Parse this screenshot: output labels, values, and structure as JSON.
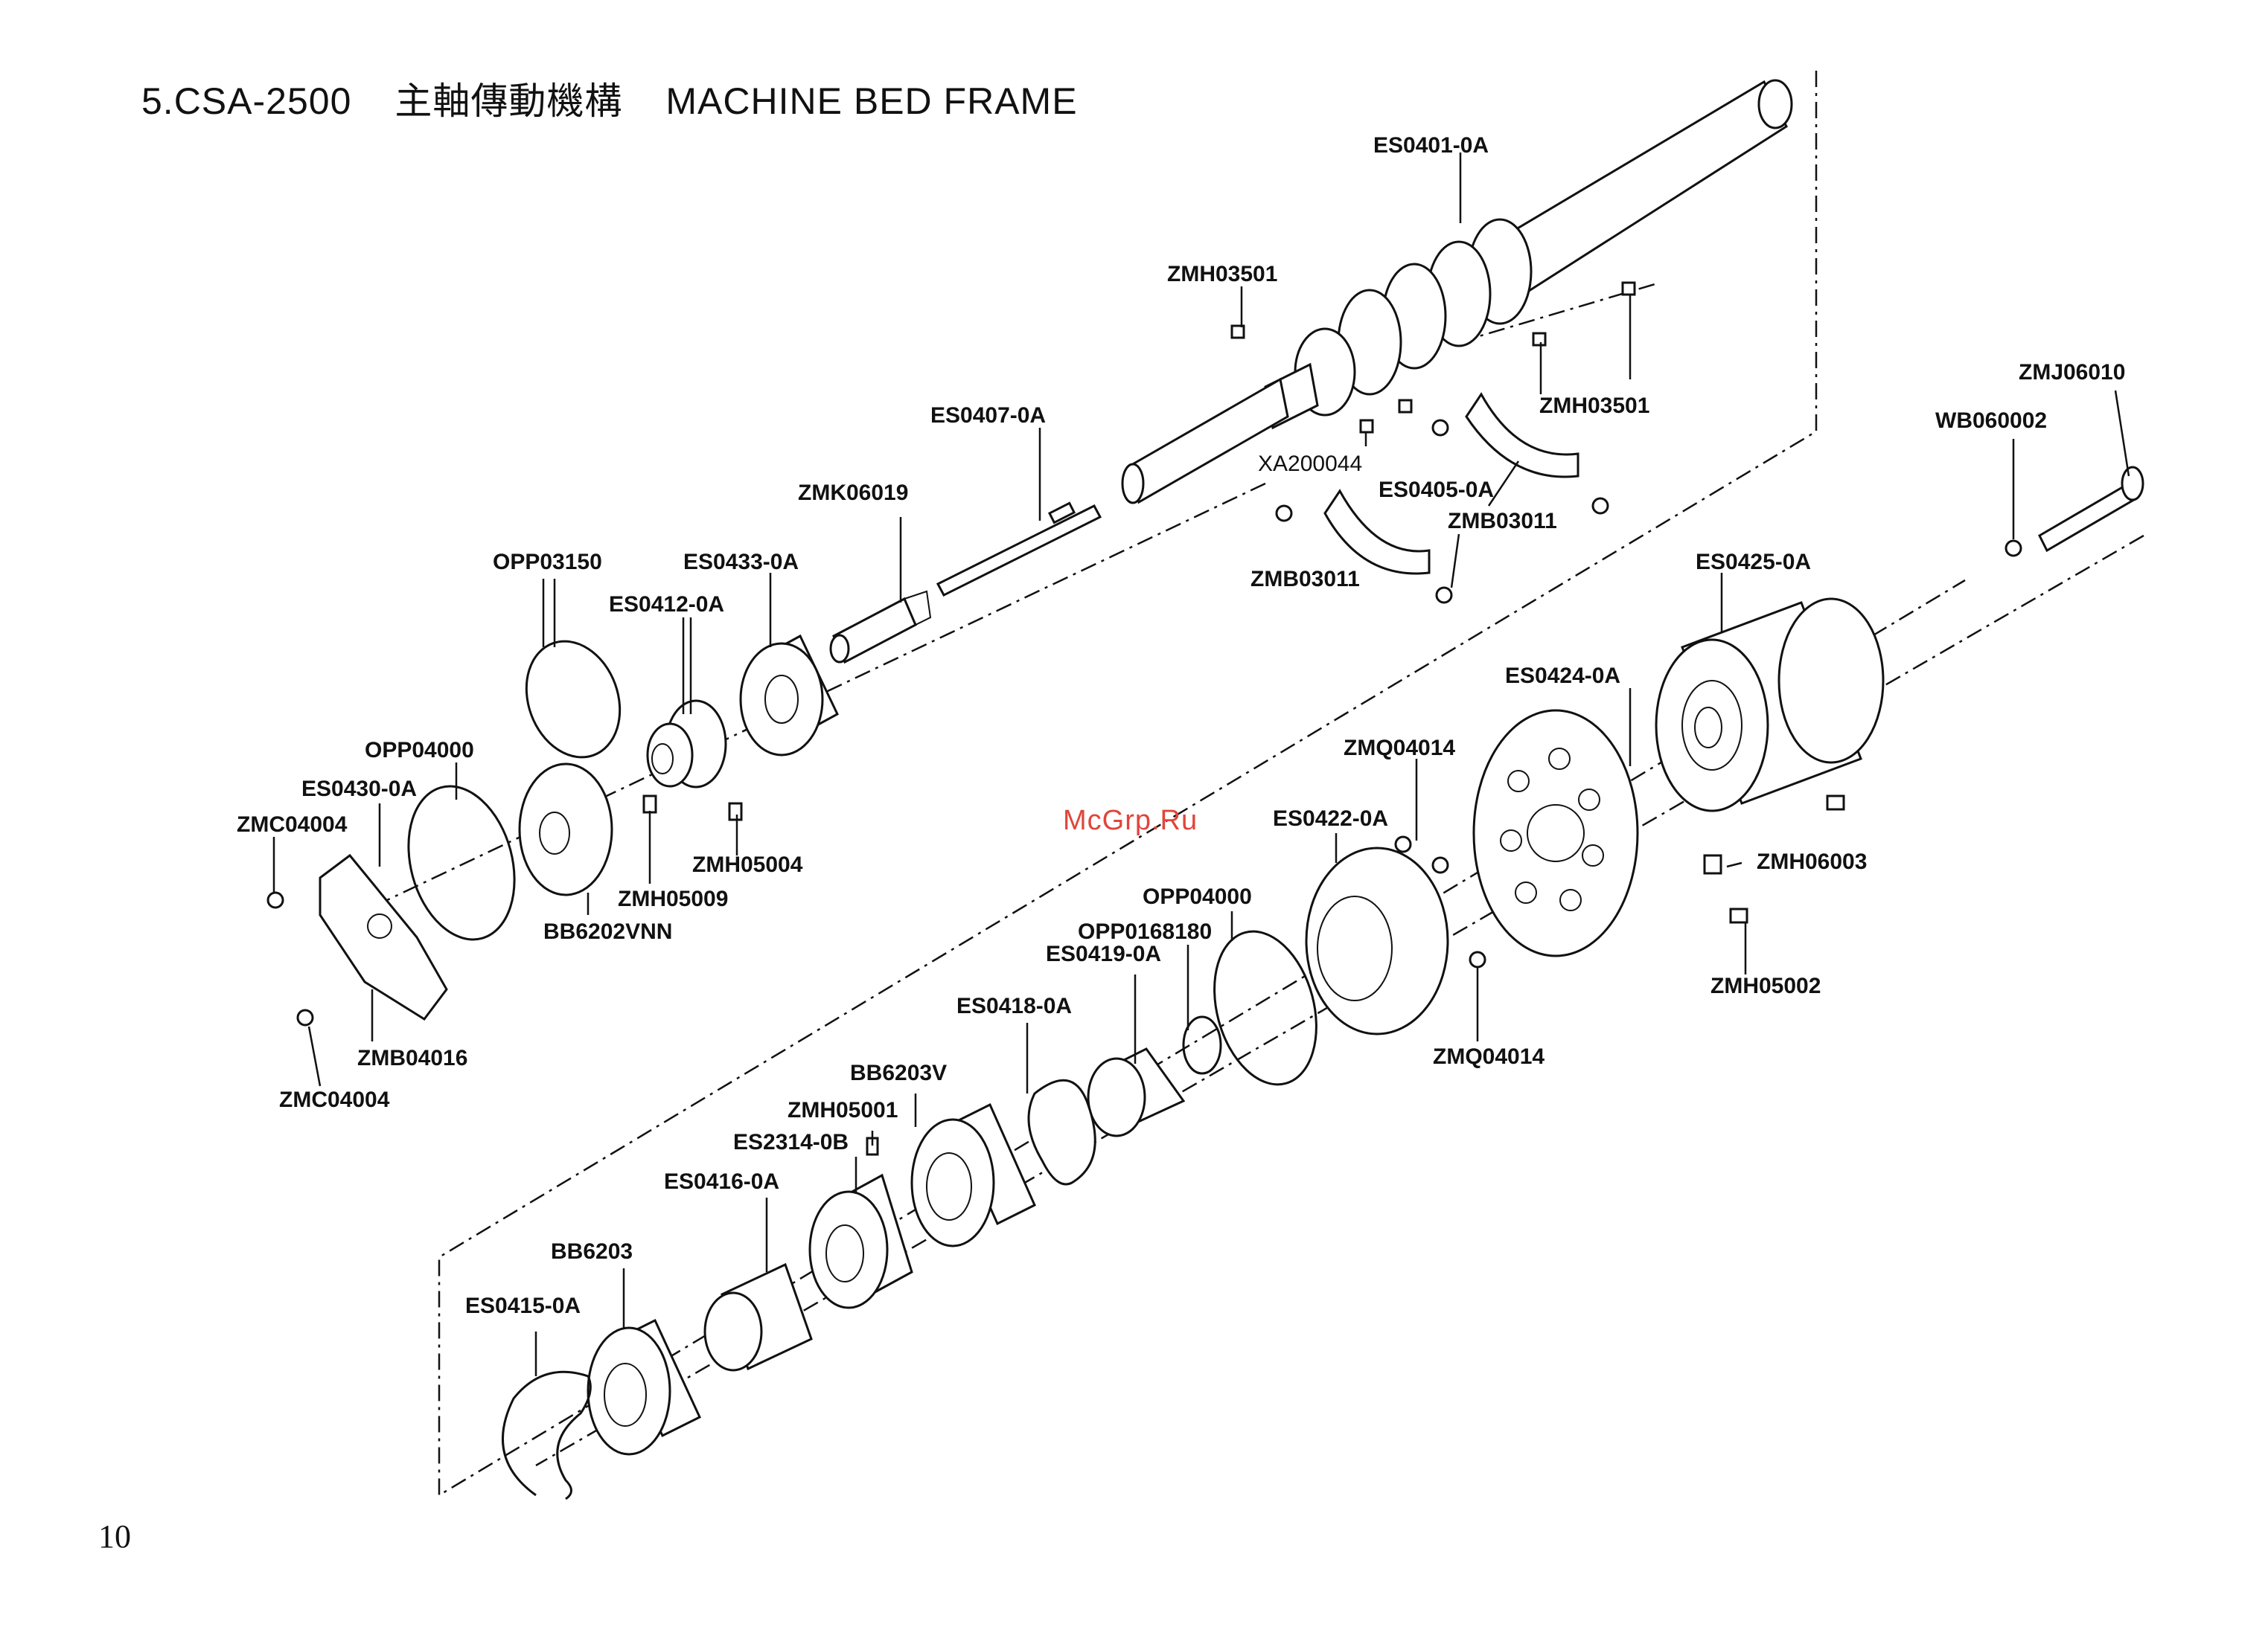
{
  "header": {
    "section": "5.CSA-2500",
    "title_cn": "主軸傳動機構",
    "title_en": "MACHINE BED FRAME"
  },
  "watermark": "McGrp.Ru",
  "page_number": "10",
  "parts": [
    {
      "label": "ES0401-0A"
    },
    {
      "label": "ZMH03501"
    },
    {
      "label": "ZMH03501"
    },
    {
      "label": "ZMJ06010"
    },
    {
      "label": "WB060002"
    },
    {
      "label": "ES0407-0A"
    },
    {
      "label": "XA200044"
    },
    {
      "label": "ES0405-0A"
    },
    {
      "label": "ZMB03011"
    },
    {
      "label": "ZMB03011"
    },
    {
      "label": "ZMK06019"
    },
    {
      "label": "OPP03150"
    },
    {
      "label": "ES0433-0A"
    },
    {
      "label": "ES0412-0A"
    },
    {
      "label": "ES0425-0A"
    },
    {
      "label": "ES0424-0A"
    },
    {
      "label": "OPP04000"
    },
    {
      "label": "ES0430-0A"
    },
    {
      "label": "ZMC04004"
    },
    {
      "label": "ZMQ04014"
    },
    {
      "label": "ES0422-0A"
    },
    {
      "label": "ZMH06003"
    },
    {
      "label": "ZMH05004"
    },
    {
      "label": "ZMH05009"
    },
    {
      "label": "BB6202VNN"
    },
    {
      "label": "OPP04000"
    },
    {
      "label": "OPP0168180"
    },
    {
      "label": "ZMH05002"
    },
    {
      "label": "ES0419-0A"
    },
    {
      "label": "ZMQ04014"
    },
    {
      "label": "ES0418-0A"
    },
    {
      "label": "ZMB04016"
    },
    {
      "label": "ZMC04004"
    },
    {
      "label": "BB6203V"
    },
    {
      "label": "ZMH05001"
    },
    {
      "label": "ES2314-0B"
    },
    {
      "label": "ES0416-0A"
    },
    {
      "label": "BB6203"
    },
    {
      "label": "ES0415-0A"
    }
  ]
}
